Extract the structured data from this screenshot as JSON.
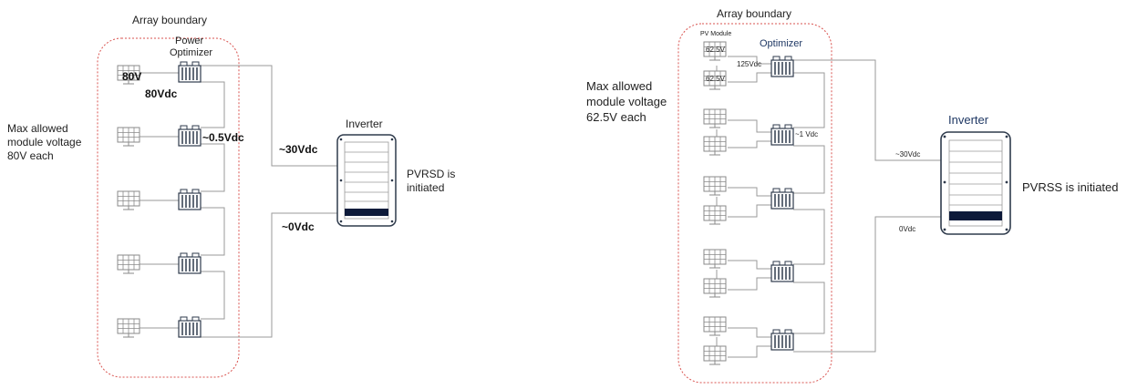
{
  "colors": {
    "boundary": "#d9534f",
    "wire": "#9a9a9a",
    "panel": "#8a8a8a",
    "optimizer_dark": "#2f3b4c",
    "inverter_bar": "#0d1a3a",
    "inverter_title": "#1f3864"
  },
  "left": {
    "boundary_label": "Array boundary",
    "optimizer_label_1": "Power",
    "optimizer_label_2": "Optimizer",
    "module_voltage_label": "80V",
    "string_voltage_label": "80Vdc",
    "optimizer_voltage_label": "~0.5Vdc",
    "side_note_line1": "Max allowed",
    "side_note_line2": "module voltage",
    "side_note_line3": "80V each",
    "inverter_label": "Inverter",
    "plus_voltage_label": "~30Vdc",
    "minus_voltage_label": "~0Vdc",
    "status_line1": "PVRSD is",
    "status_line2": "initiated",
    "module_icon": "solar-panel-icon",
    "optimizer_icon": "power-optimizer-icon",
    "inverter_icon": "inverter-icon"
  },
  "right": {
    "boundary_label": "Array boundary",
    "module_label": "PV Module",
    "module_voltage_1": "62.5V",
    "module_voltage_2": "62.5V",
    "pair_voltage_label": "125Vdc",
    "optimizer_label": "Optimizer",
    "optimizer_voltage_label": "~1 Vdc",
    "side_note_line1": "Max allowed",
    "side_note_line2": "module voltage",
    "side_note_line3": "62.5V  each",
    "inverter_label": "Inverter",
    "plus_voltage_label": "~30Vdc",
    "minus_voltage_label": "0Vdc",
    "status_label": "PVRSS is initiated",
    "module_icon": "solar-panel-icon",
    "optimizer_icon": "power-optimizer-icon",
    "inverter_icon": "inverter-icon"
  }
}
